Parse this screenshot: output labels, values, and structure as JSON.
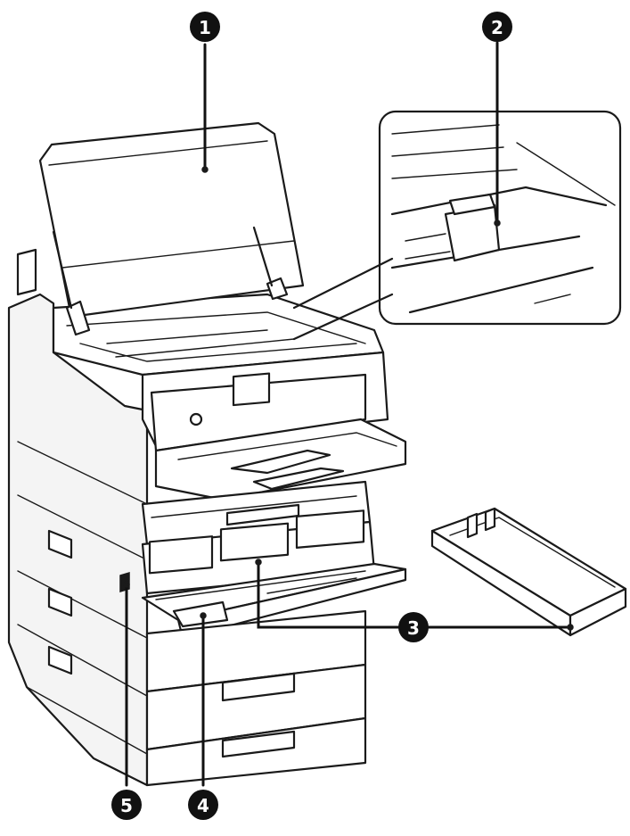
{
  "callouts": [
    {
      "id": "1",
      "label": "1"
    },
    {
      "id": "2",
      "label": "2"
    },
    {
      "id": "3",
      "label": "3"
    },
    {
      "id": "4",
      "label": "4"
    },
    {
      "id": "5",
      "label": "5"
    }
  ],
  "colors": {
    "line": "#1a1a1a",
    "callout_fill": "#111111",
    "callout_text": "#ffffff",
    "background": "#ffffff"
  }
}
